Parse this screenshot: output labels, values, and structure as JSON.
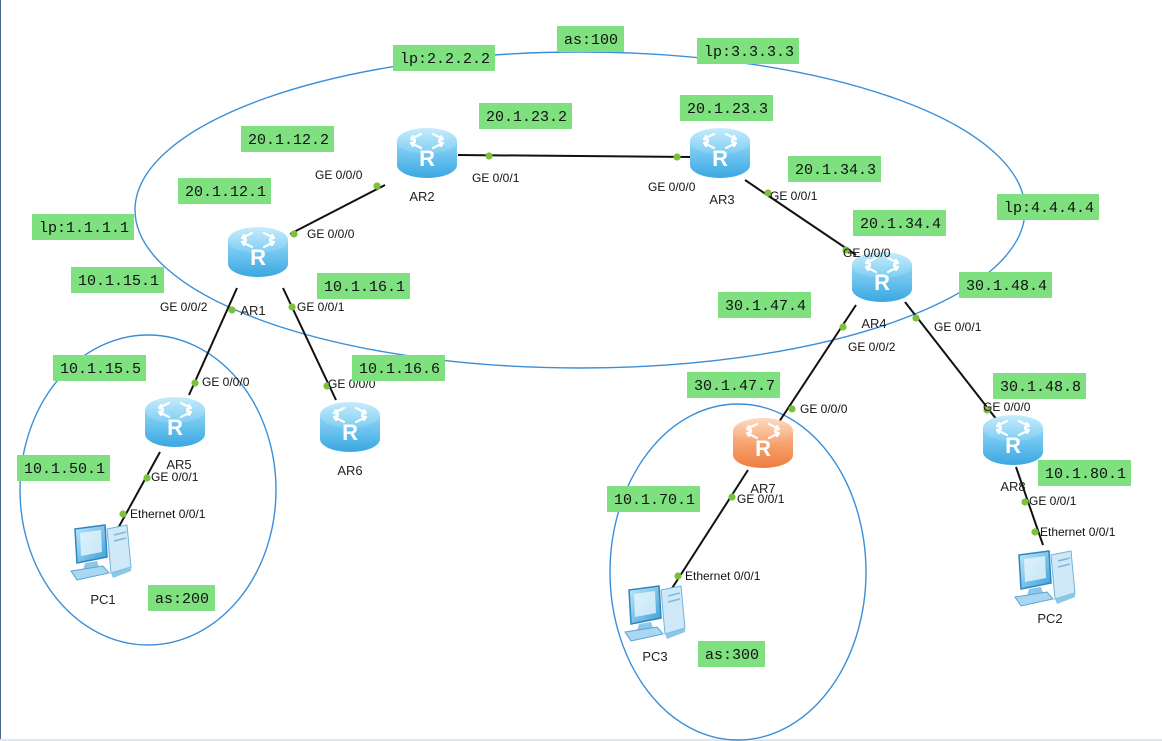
{
  "theme": {
    "label_bg": "#7ee07e",
    "area_stroke": "#3a8fd8",
    "link_color": "#111111",
    "port_dot": "#7cc13a",
    "router_blue": "#58b8ea",
    "router_orange": "#f4965a"
  },
  "areas": [
    {
      "id": "as100",
      "label": "as:100"
    },
    {
      "id": "as200",
      "label": "as:200"
    },
    {
      "id": "as300",
      "label": "as:300"
    }
  ],
  "devices": [
    {
      "id": "AR1",
      "name": "AR1",
      "type": "router",
      "color": "blue"
    },
    {
      "id": "AR2",
      "name": "AR2",
      "type": "router",
      "color": "blue"
    },
    {
      "id": "AR3",
      "name": "AR3",
      "type": "router",
      "color": "blue"
    },
    {
      "id": "AR4",
      "name": "AR4",
      "type": "router",
      "color": "blue"
    },
    {
      "id": "AR5",
      "name": "AR5",
      "type": "router",
      "color": "blue"
    },
    {
      "id": "AR6",
      "name": "AR6",
      "type": "router",
      "color": "blue"
    },
    {
      "id": "AR7",
      "name": "AR7",
      "type": "router",
      "color": "orange"
    },
    {
      "id": "AR8",
      "name": "AR8",
      "type": "router",
      "color": "blue"
    },
    {
      "id": "PC1",
      "name": "PC1",
      "type": "pc"
    },
    {
      "id": "PC2",
      "name": "PC2",
      "type": "pc"
    },
    {
      "id": "PC3",
      "name": "PC3",
      "type": "pc"
    }
  ],
  "links": [
    {
      "a": "AR1",
      "a_port": "GE 0/0/0",
      "b": "AR2",
      "b_port": "GE 0/0/0"
    },
    {
      "a": "AR2",
      "a_port": "GE 0/0/1",
      "b": "AR3",
      "b_port": "GE 0/0/0"
    },
    {
      "a": "AR3",
      "a_port": "GE 0/0/1",
      "b": "AR4",
      "b_port": "GE 0/0/0"
    },
    {
      "a": "AR1",
      "a_port": "GE 0/0/2",
      "b": "AR5",
      "b_port": "GE 0/0/0"
    },
    {
      "a": "AR1",
      "a_port": "GE 0/0/1",
      "b": "AR6",
      "b_port": "GE 0/0/0"
    },
    {
      "a": "AR4",
      "a_port": "GE 0/0/2",
      "b": "AR7",
      "b_port": "GE 0/0/0"
    },
    {
      "a": "AR4",
      "a_port": "GE 0/0/1",
      "b": "AR8",
      "b_port": "GE 0/0/0"
    },
    {
      "a": "AR5",
      "a_port": "GE 0/0/1",
      "b": "PC1",
      "b_port": "Ethernet 0/0/1"
    },
    {
      "a": "AR7",
      "a_port": "GE 0/0/1",
      "b": "PC3",
      "b_port": "Ethernet 0/0/1"
    },
    {
      "a": "AR8",
      "a_port": "GE 0/0/1",
      "b": "PC2",
      "b_port": "Ethernet 0/0/1"
    }
  ],
  "ip_labels": [
    {
      "id": "lp2",
      "text": "lp:2.2.2.2"
    },
    {
      "id": "lp3",
      "text": "lp:3.3.3.3"
    },
    {
      "id": "lp1",
      "text": "lp:1.1.1.1"
    },
    {
      "id": "lp4",
      "text": "lp:4.4.4.4"
    },
    {
      "id": "ip_20_1_12_2",
      "text": "20.1.12.2"
    },
    {
      "id": "ip_20_1_12_1",
      "text": "20.1.12.1"
    },
    {
      "id": "ip_20_1_23_2",
      "text": "20.1.23.2"
    },
    {
      "id": "ip_20_1_23_3",
      "text": "20.1.23.3"
    },
    {
      "id": "ip_20_1_34_3",
      "text": "20.1.34.3"
    },
    {
      "id": "ip_20_1_34_4",
      "text": "20.1.34.4"
    },
    {
      "id": "ip_10_1_15_1",
      "text": "10.1.15.1"
    },
    {
      "id": "ip_10_1_16_1",
      "text": "10.1.16.1"
    },
    {
      "id": "ip_10_1_15_5",
      "text": "10.1.15.5"
    },
    {
      "id": "ip_10_1_16_6",
      "text": "10.1.16.6"
    },
    {
      "id": "ip_10_1_50_1",
      "text": "10.1.50.1"
    },
    {
      "id": "ip_30_1_47_4",
      "text": "30.1.47.4"
    },
    {
      "id": "ip_30_1_48_4",
      "text": "30.1.48.4"
    },
    {
      "id": "ip_30_1_47_7",
      "text": "30.1.47.7"
    },
    {
      "id": "ip_30_1_48_8",
      "text": "30.1.48.8"
    },
    {
      "id": "ip_10_1_70_1",
      "text": "10.1.70.1"
    },
    {
      "id": "ip_10_1_80_1",
      "text": "10.1.80.1"
    }
  ]
}
